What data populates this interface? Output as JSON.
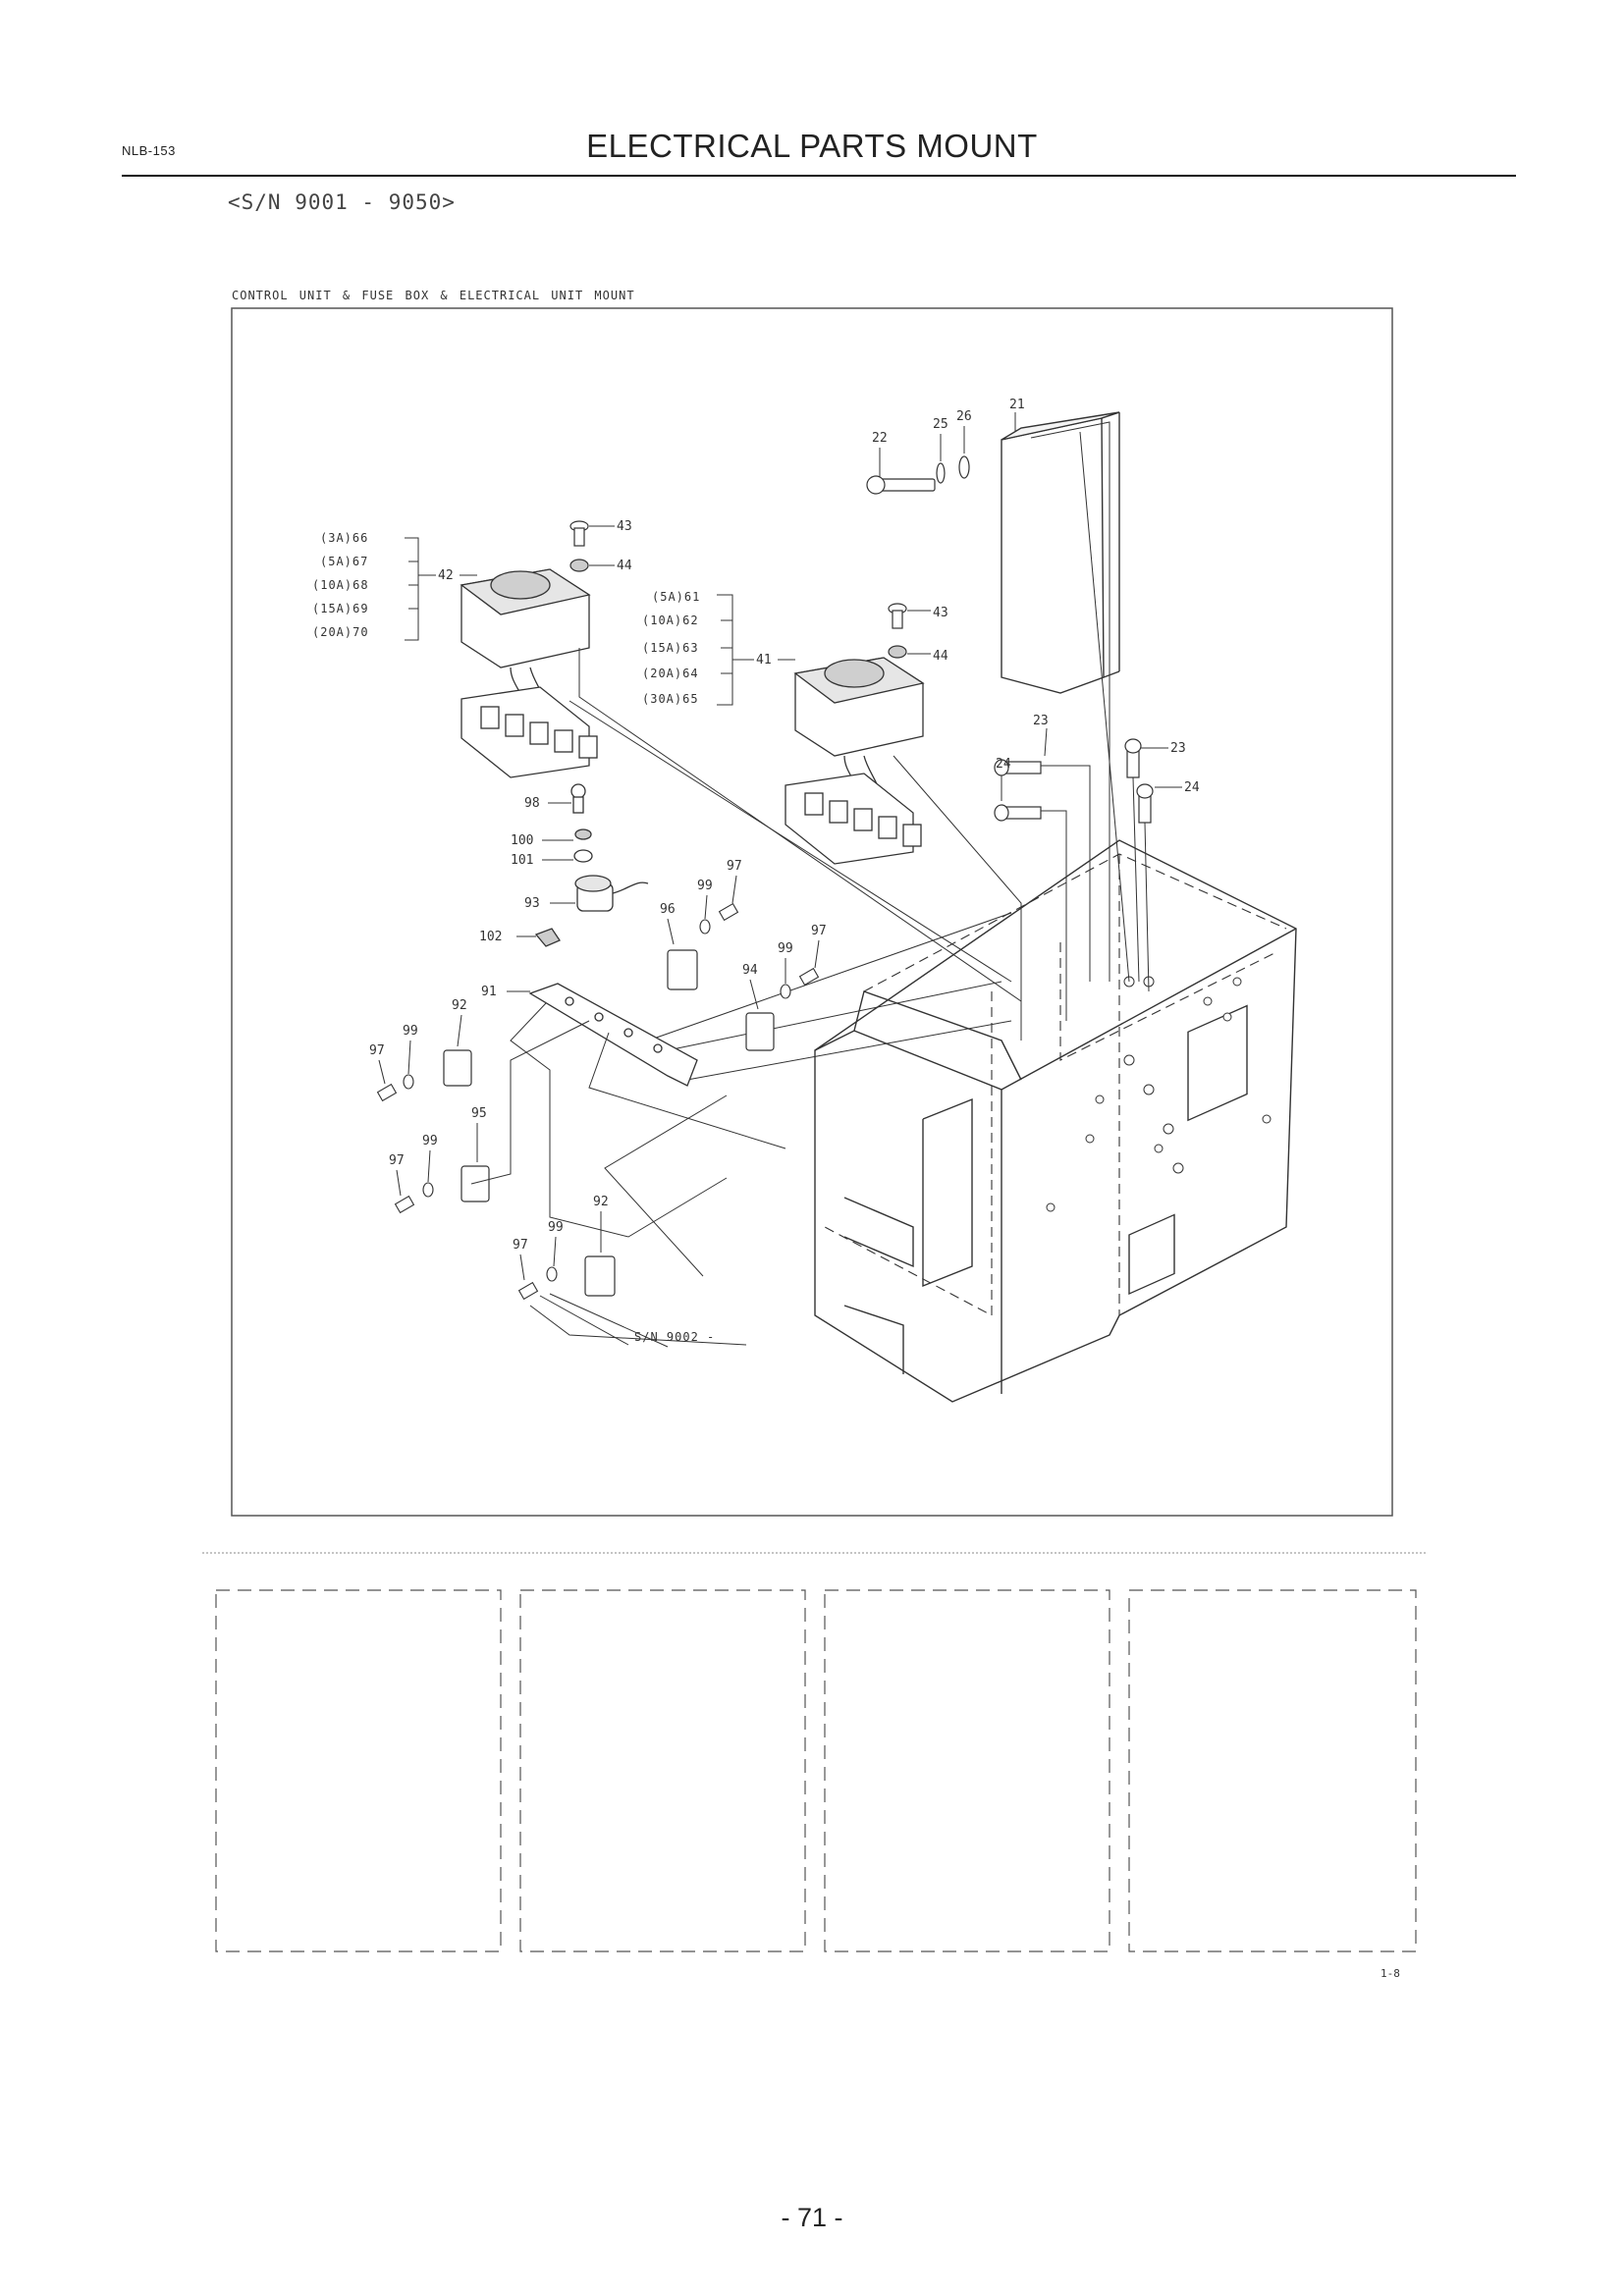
{
  "header": {
    "doc_code": "NLB-153",
    "title": "ELECTRICAL PARTS MOUNT",
    "serial_range": "<S/N 9001 - 9050>"
  },
  "figure": {
    "caption": "CONTROL UNIT & FUSE BOX & ELECTRICAL UNIT MOUNT",
    "serial_note": "S/N 9002 -",
    "fuse_box_42_specs": [
      "(3A)66",
      "(5A)67",
      "(10A)68",
      "(15A)69",
      "(20A)70"
    ],
    "fuse_box_41_specs": [
      "(5A)61",
      "(10A)62",
      "(15A)63",
      "(20A)64",
      "(30A)65"
    ],
    "callouts": {
      "c21": "21",
      "c22": "22",
      "c25": "25",
      "c26": "26",
      "c43a": "43",
      "c44a": "44",
      "c42": "42",
      "c43b": "43",
      "c44b": "44",
      "c41": "41",
      "c23a": "23",
      "c24a": "24",
      "c23b": "23",
      "c24b": "24",
      "c98": "98",
      "c100": "100",
      "c101": "101",
      "c93": "93",
      "c102": "102",
      "c96": "96",
      "c99a": "99",
      "c97a": "97",
      "c99b": "99",
      "c97b": "97",
      "c94": "94",
      "c91": "91",
      "c92a": "92",
      "c99c": "99",
      "c97c": "97",
      "c95": "95",
      "c99d": "99",
      "c97d": "97",
      "c92b": "92",
      "c99e": "99",
      "c97e": "97"
    },
    "code": "1-8"
  },
  "footer": {
    "page_number": "- 71 -"
  }
}
